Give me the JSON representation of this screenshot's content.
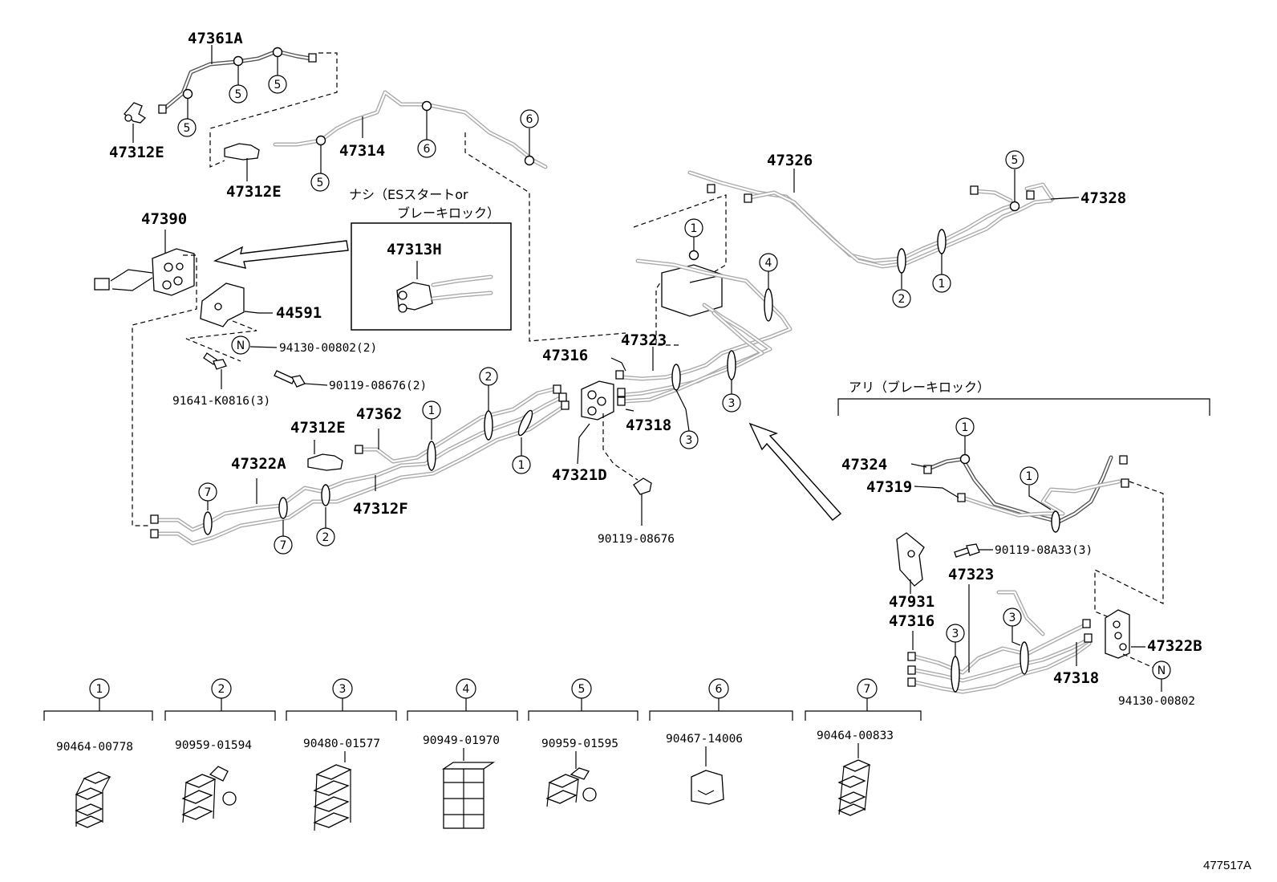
{
  "parts": {
    "p47361A": "47361A",
    "p47312E_top": "47312E",
    "p47312E_mid": "47312E",
    "p47314": "47314",
    "p47390": "47390",
    "p44591": "44591",
    "p94130_2": "94130-00802(2)",
    "p90119_2": "90119-08676(2)",
    "p91641": "91641-K0816(3)",
    "p47313H": "47313H",
    "p47326": "47326",
    "p47328": "47328",
    "p47323_main": "47323",
    "p47316_main": "47316",
    "p47318_main": "47318",
    "p47321D": "47321D",
    "p90119_single": "90119-08676",
    "p47312E_low": "47312E",
    "p47362": "47362",
    "p47322A": "47322A",
    "p47312F": "47312F",
    "p47324": "47324",
    "p47319": "47319",
    "p90119_08A33": "90119-08A33(3)",
    "p47323_ari": "47323",
    "p47931": "47931",
    "p47316_ari": "47316",
    "p47322B": "47322B",
    "p47318_ari": "47318",
    "p94130_ari": "94130-00802"
  },
  "notes": {
    "nashi_line1": "ナシ（ESスタートor",
    "nashi_line2": "ブレーキロック）",
    "ari": "アリ（ブレーキロック）",
    "nut_symbol": "N"
  },
  "legend": [
    {
      "num": "1",
      "part": "90464-00778"
    },
    {
      "num": "2",
      "part": "90959-01594"
    },
    {
      "num": "3",
      "part": "90480-01577"
    },
    {
      "num": "4",
      "part": "90949-01970"
    },
    {
      "num": "5",
      "part": "90959-01595"
    },
    {
      "num": "6",
      "part": "90467-14006"
    },
    {
      "num": "7",
      "part": "90464-00833"
    }
  ],
  "callouts": {
    "c5a": "5",
    "c5b": "5",
    "c5c": "5",
    "c5d": "5",
    "c5e": "5",
    "c6a": "6",
    "c6b": "6",
    "c1a": "1",
    "c1b": "1",
    "c1c": "1",
    "c1d": "1",
    "c1e": "1",
    "c1f": "1",
    "c2a": "2",
    "c2b": "2",
    "c2c": "2",
    "c3a": "3",
    "c3b": "3",
    "c3c": "3",
    "c3d": "3",
    "c4a": "4",
    "c7a": "7",
    "c7b": "7"
  },
  "diagram_ref": "477517A"
}
